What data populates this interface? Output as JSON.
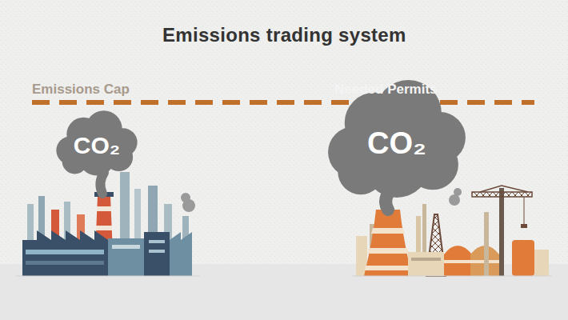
{
  "diagram": {
    "title": "Emissions trading system",
    "nodes": [
      {
        "text": [
          "CO₂"
        ]
      },
      {
        "text": [
          "CO₂"
        ]
      }
    ],
    "labels": [
      "Emissions Cap",
      "Needed Permits"
    ]
  }
}
